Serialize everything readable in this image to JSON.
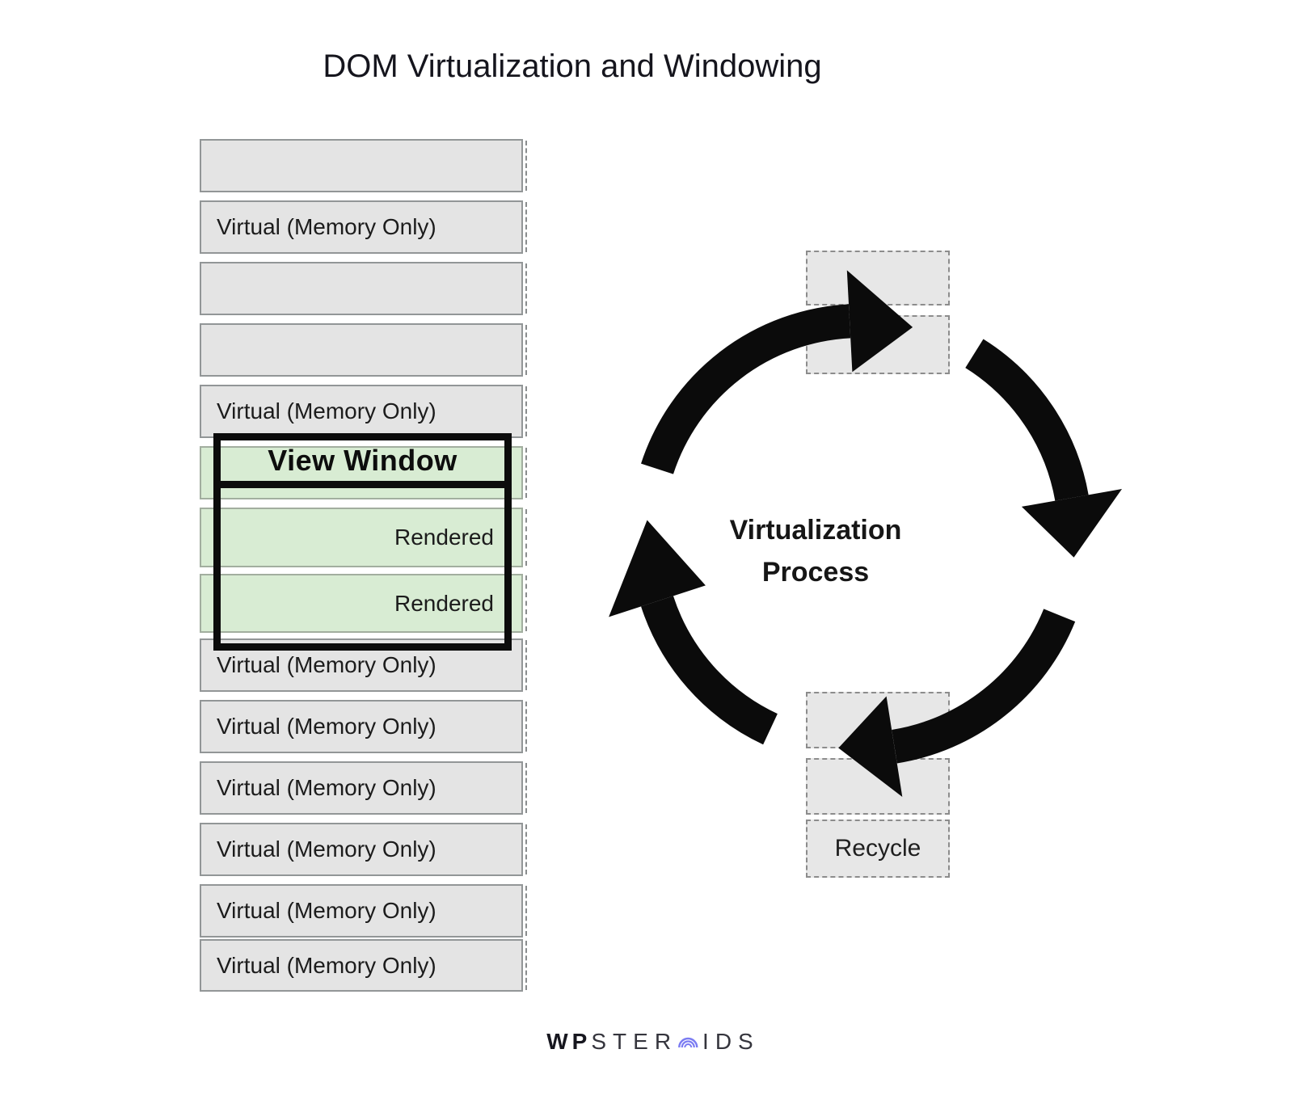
{
  "title": "DOM Virtualization and Windowing",
  "stack": {
    "boxes": [
      {
        "label": "",
        "state": "empty"
      },
      {
        "label": "Virtual (Memory Only)",
        "state": "virtual"
      },
      {
        "label": "",
        "state": "empty"
      },
      {
        "label": "",
        "state": "empty"
      },
      {
        "label": "Virtual (Memory Only)",
        "state": "virtual"
      },
      {
        "label": "",
        "state": "window"
      },
      {
        "label": "Rendered",
        "state": "rendered"
      },
      {
        "label": "Rendered",
        "state": "rendered"
      },
      {
        "label": "Virtual (Memory Only)",
        "state": "virtual"
      },
      {
        "label": "Virtual (Memory Only)",
        "state": "virtual"
      },
      {
        "label": "Virtual (Memory Only)",
        "state": "virtual"
      },
      {
        "label": "Virtual (Memory Only)",
        "state": "virtual"
      },
      {
        "label": "Virtual (Memory Only)",
        "state": "virtual"
      },
      {
        "label": "Virtual (Memory Only)",
        "state": "virtual"
      }
    ],
    "view_window_label": "View Window"
  },
  "cycle": {
    "center_title_line1": "Virtualization",
    "center_title_line2": "Process",
    "recycle_label": "Recycle"
  },
  "brand": {
    "prefix": "WP",
    "mid": "STER",
    "suffix": "IDS",
    "icon": "arcs-icon"
  },
  "colors": {
    "stack_box_gray": "#e4e4e4",
    "stack_box_green": "#d8ecd3",
    "box_border_gray": "#929697",
    "window_frame_black": "#0c0c0c",
    "arrow_black": "#0b0b0b",
    "slot_fill": "#e7e7e7",
    "slot_border": "#8c8c8c",
    "brand_accent_purple": "#7b7cf2",
    "text_dark": "#15151d"
  }
}
